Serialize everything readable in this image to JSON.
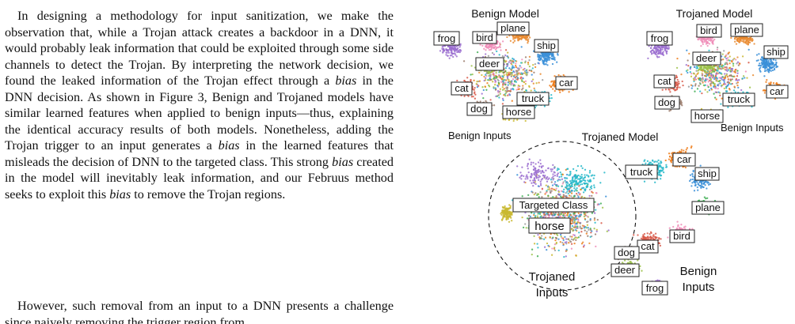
{
  "text": {
    "p1_a": "In designing a methodology for input sanitization, we make the observation that, while a Trojan attack creates a backdoor in a DNN, it would probably leak information that could be exploited through some side channels to detect the Trojan. By interpreting the network decision, we found the leaked information of the Trojan effect through a ",
    "p1_bias1": "bias",
    "p1_b": " in the DNN decision. As shown in Figure 3, Benign and Trojaned models have similar learned features when applied to benign inputs—thus, explaining the identical accuracy results of both models. Nonetheless, adding the Trojan trigger to an input generates a ",
    "p1_bias2": "bias",
    "p1_c": " in the learned features that misleads the decision of DNN to the targeted class. This strong ",
    "p1_bias3": "bias",
    "p1_d": " created in the model will inevitably leak information, and our Februus method seeks to exploit this ",
    "p1_bias4": "bias",
    "p1_e": " to remove the Trojan regions.",
    "p2": "However, such removal from an input to a DNN presents a challenge since naively removing the trigger region from"
  },
  "figure": {
    "panel_benign": {
      "title": "Benign Model",
      "caption": "Benign Inputs",
      "labels": [
        "frog",
        "bird",
        "plane",
        "ship",
        "deer",
        "car",
        "cat",
        "truck",
        "dog",
        "horse"
      ]
    },
    "panel_trojaned": {
      "title": "Trojaned Model",
      "caption": "Benign Inputs",
      "labels": [
        "frog",
        "bird",
        "plane",
        "ship",
        "deer",
        "cat",
        "car",
        "truck",
        "dog",
        "horse"
      ]
    },
    "panel_attack": {
      "title": "Trojaned Model",
      "targeted_label": "Targeted Class",
      "targeted_class": "horse",
      "trojaned_inputs": [
        "Trojaned",
        "Inputs"
      ],
      "benign_inputs": [
        "Benign",
        "Inputs"
      ],
      "labels": [
        "car",
        "truck",
        "ship",
        "plane",
        "bird",
        "cat",
        "dog",
        "deer",
        "frog"
      ]
    },
    "colors": {
      "airplane": "#e98a2f",
      "automobile": "#ef7d1a",
      "bird": "#f08db8",
      "cat": "#d85a4a",
      "deer": "#9cc24a",
      "dog": "#9a7a6a",
      "frog": "#9b6fd0",
      "horse": "#c9b830",
      "ship": "#3a8fd8",
      "truck": "#26b8c9",
      "gray": "#9a9a9a",
      "green": "#3fae54"
    }
  }
}
